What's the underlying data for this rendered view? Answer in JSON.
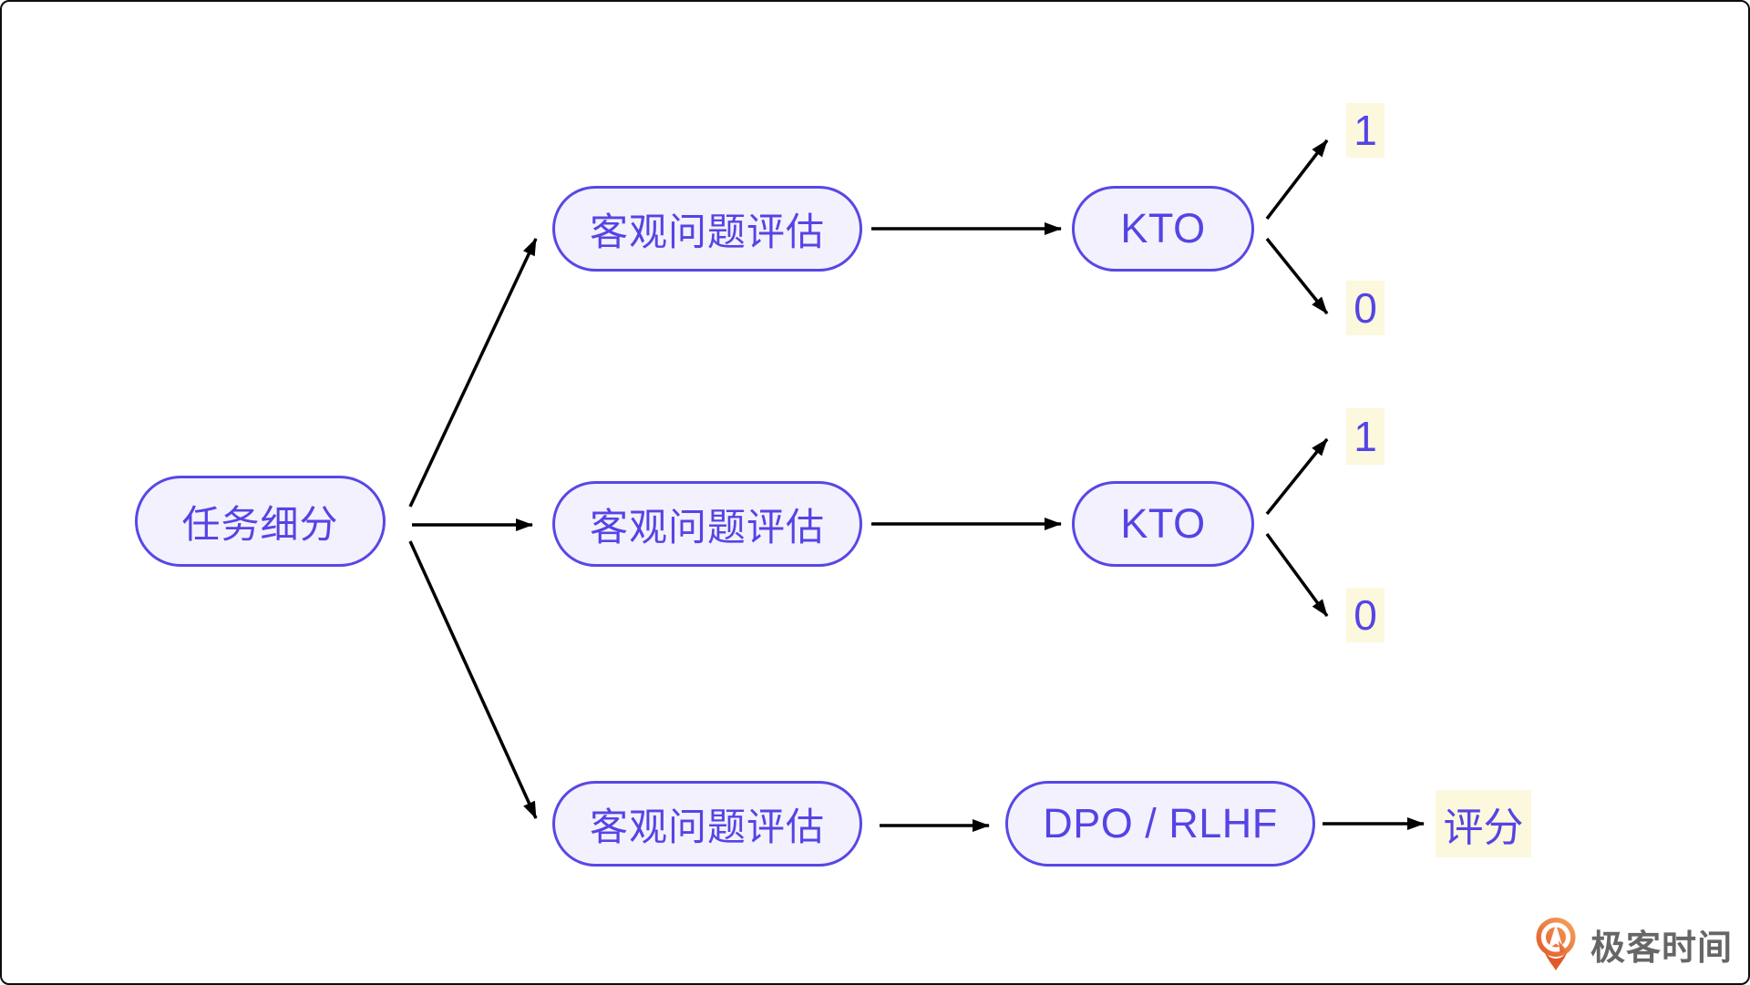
{
  "diagram": {
    "root": {
      "label": "任务细分"
    },
    "branches": [
      {
        "eval": "客观问题评估",
        "model": "KTO",
        "outputs": [
          "1",
          "0"
        ]
      },
      {
        "eval": "客观问题评估",
        "model": "KTO",
        "outputs": [
          "1",
          "0"
        ]
      },
      {
        "eval": "客观问题评估",
        "model": "DPO / RLHF",
        "outputs": [
          "评分"
        ]
      }
    ]
  },
  "logo": {
    "text": "极客时间",
    "icon": "geektime-pin-icon"
  },
  "colors": {
    "node_border": "#5847e6",
    "node_fill": "#f3f1fd",
    "node_text": "#5544e4",
    "output_label_bg": "#fbf8dd",
    "output_label_text": "#5544e4",
    "arrow": "#000000",
    "logo_text": "#666666",
    "logo_orange_light": "#f7a55e",
    "logo_orange_dark": "#e0592a",
    "frame_border": "#0d0d0d"
  }
}
